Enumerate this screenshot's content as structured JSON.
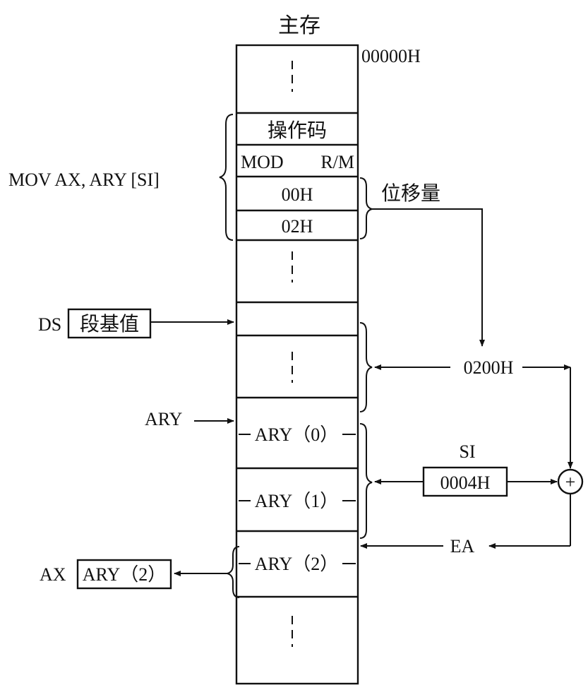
{
  "memory": {
    "title": "主存",
    "start_address": "00000H",
    "cells": {
      "opcode": "操作码",
      "mod": "MOD",
      "rm": "R/M",
      "disp_low": "00H",
      "disp_high": "02H",
      "ary0": "ARY（0）",
      "ary1": "ARY（1）",
      "ary2": "ARY（2）"
    }
  },
  "instruction": "MOV  AX, ARY [SI]",
  "displacement_label": "位移量",
  "displacement_value": "0200H",
  "ds": {
    "label": "DS",
    "box": "段基值"
  },
  "ary_pointer": "ARY",
  "si": {
    "label": "SI",
    "value": "0004H"
  },
  "adder_symbol": "+",
  "ea_label": "EA",
  "ax": {
    "label": "AX",
    "box": "ARY（2）"
  }
}
